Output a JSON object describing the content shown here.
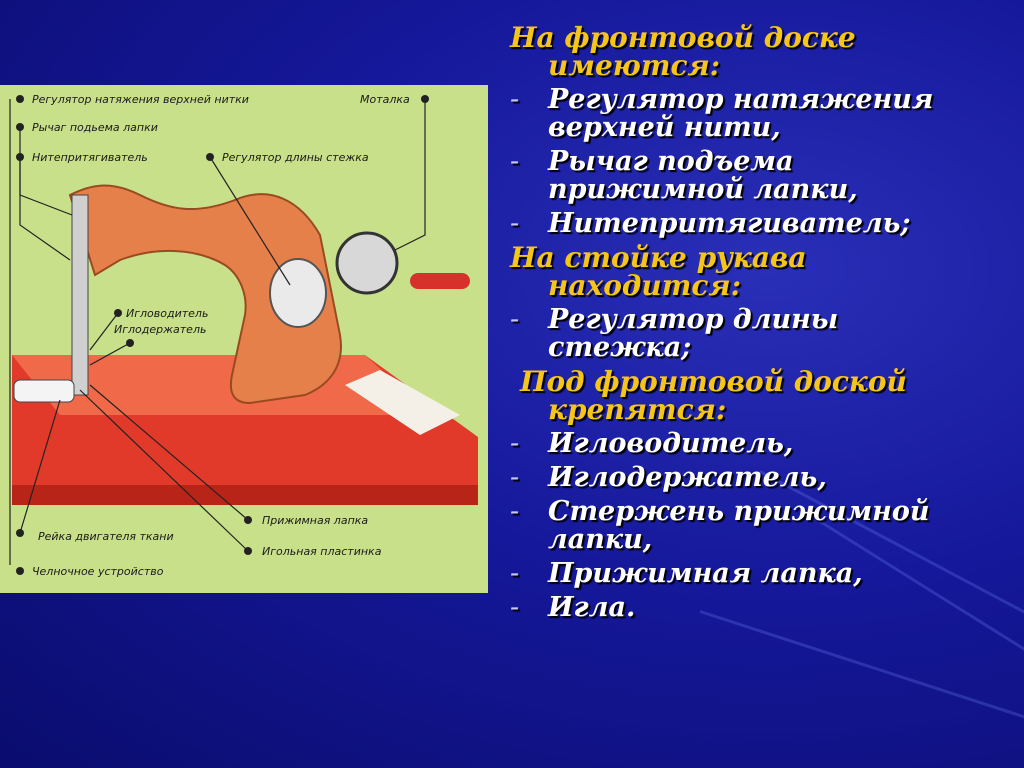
{
  "diagram": {
    "background_color": "#c9e08a",
    "callouts": [
      "Регулятор натяжения верхней нитки",
      "Рычаг подьема лапки",
      "Нитепритягиватель",
      "Регулятор длины стежка",
      "Моталка",
      "Игловодитель",
      "Иглодержатель",
      "Прижимная лапка",
      "Рейка двигателя ткани",
      "Игольная пластинка",
      "Челночное устройство"
    ]
  },
  "panel": {
    "sections": [
      {
        "heading": [
          "На фронтовой доске",
          "имеются:"
        ],
        "items": [
          [
            "Регулятор натяжения",
            "верхней нити,"
          ],
          [
            "Рычаг подъема",
            "прижимной лапки,"
          ],
          [
            "Нитепритягиватель;"
          ]
        ]
      },
      {
        "heading": [
          "На стойке рукава",
          "находится:"
        ],
        "items": [
          [
            "Регулятор длины",
            "стежка;"
          ]
        ]
      },
      {
        "heading": [
          "Под фронтовой доской",
          "крепятся:"
        ],
        "items": [
          [
            "Игловодитель,"
          ],
          [
            "Иглодержатель,"
          ],
          [
            "Стержень прижимной",
            "лапки,"
          ],
          [
            "Прижимная лапка,"
          ],
          [
            "Игла."
          ]
        ]
      }
    ],
    "bullet": "-"
  },
  "colors": {
    "heading": "#f5c518",
    "item": "#ffffff",
    "bg": "#15189a"
  }
}
